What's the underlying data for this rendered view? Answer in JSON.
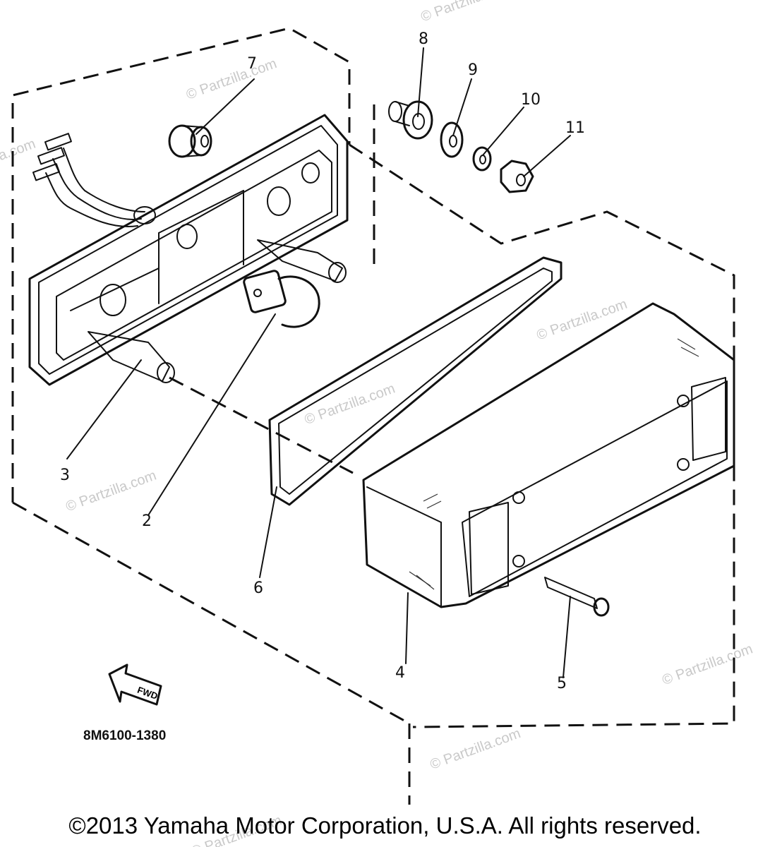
{
  "diagram": {
    "callouts": [
      "2",
      "3",
      "4",
      "5",
      "6",
      "7",
      "8",
      "9",
      "10",
      "11"
    ],
    "fwd_label": "FWD",
    "drawing_number": "8M6100-1380",
    "watermark": "© Partzilla.com"
  },
  "footer": {
    "copyright": "©2013 Yamaha Motor Corporation, U.S.A. All rights reserved."
  }
}
